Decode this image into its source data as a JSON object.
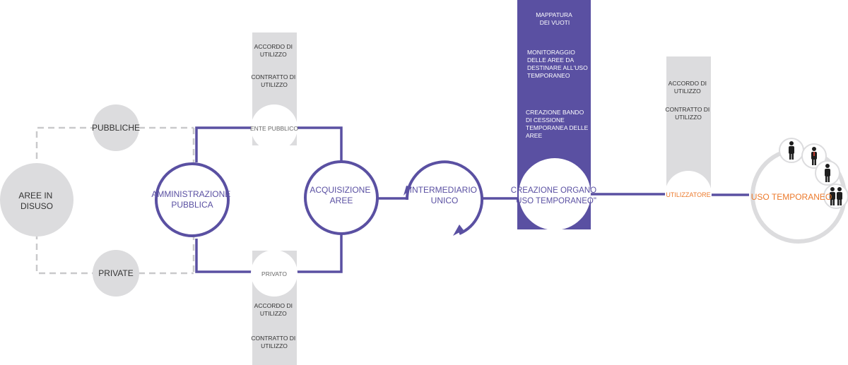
{
  "colors": {
    "purple": "#5a50a2",
    "gray": "#dcdcde",
    "dash": "#c9c9cb",
    "orange": "#ec7a2c",
    "dark": "#1e1e1e"
  },
  "nodes": {
    "aree": [
      "AREE IN",
      "DISUSO"
    ],
    "pubbliche": "PUBBLICHE",
    "private": "PRIVATE",
    "amministrazione": [
      "AMMINISTRAZIONE",
      "PUBBLICA"
    ],
    "acquisizione": [
      "ACQUISIZIONE",
      "AREE"
    ],
    "intermediario": [
      "INTERMEDIARIO",
      "UNICO"
    ],
    "creazione": [
      "CREAZIONE ORGANO",
      "\"USO TEMPORANEO\""
    ],
    "ente_pubblico": "ENTE PUBBLICO",
    "privato": "PRIVATO",
    "utilizzatore": "UTILIZZATORE",
    "uso_temporaneo": "USO TEMPORANEO"
  },
  "panels": {
    "ente_top": {
      "accordo": [
        "ACCORDO DI",
        "UTILIZZO"
      ],
      "contratto": [
        "CONTRATTO DI",
        "UTILIZZO"
      ]
    },
    "privato_bottom": {
      "accordo": [
        "ACCORDO DI",
        "UTILIZZO"
      ],
      "contratto": [
        "CONTRATTO DI",
        "UTILIZZO"
      ]
    },
    "organo": {
      "mappatura": [
        "MAPPATURA",
        "DEI VUOTI"
      ],
      "monitoraggio": [
        "MONITORAGGIO",
        "DELLE AREE DA",
        "DESTINARE ALL'USO",
        "TEMPORANEO"
      ],
      "bando": [
        "CREAZIONE BANDO",
        "DI CESSIONE",
        "TEMPORANEA DELLE",
        "AREE"
      ]
    },
    "utilizzatore": {
      "accordo": [
        "ACCORDO DI",
        "UTILIZZO"
      ],
      "contratto": [
        "CONTRATTO DI",
        "UTILIZZO"
      ]
    }
  },
  "icons": [
    "person-icon",
    "person-icon",
    "person-icon",
    "two-persons-icon"
  ]
}
